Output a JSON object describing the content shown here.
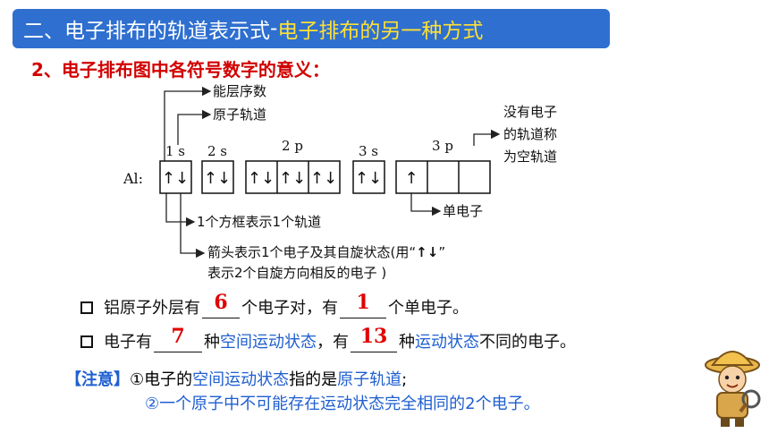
{
  "banner": {
    "part1": "二、电子排布的轨道表示式",
    "dash": "-",
    "part2": "电子排布的另一种方式"
  },
  "subhead": "2、电子排布图中各符号数字的意义：",
  "diagram": {
    "label_energy_level": "能层序数",
    "label_atomic_orbital": "原子轨道",
    "label_empty": [
      "没有电子",
      "的轨道称",
      "为空轨道"
    ],
    "element": "Al:",
    "orbitals": [
      "1 s",
      "2 s",
      "2 p",
      "3 s",
      "3 p"
    ],
    "label_single": "单电子",
    "label_box": "1个方框表示1个轨道",
    "label_arrow_l1": "箭头表示1个电子及其自旋状态(用“",
    "label_arrow_l2": "表示2个自旋方向相反的电子 )",
    "arrow_pair": "↑↓",
    "arrow_up": "↑",
    "arrow_close_quote": "”"
  },
  "q1": {
    "a": "铝原子外层有",
    "ans1": "6",
    "b": "个电子对，有",
    "ans2": "1",
    "c": "个单电子。"
  },
  "q2": {
    "a": "电子有",
    "ans1": "7",
    "b": "种",
    "c": "空间运动状态",
    "d": "，有",
    "ans2": "13",
    "e": "种",
    "f": "运动状态",
    "g": "不同的电子。"
  },
  "note": {
    "tag": "【注意】",
    "l1a": "①电子的",
    "l1b": "空间运动状态",
    "l1c": "指的是",
    "l1d": "原子轨道",
    "l1e": ";",
    "l2": "②一个原子中不可能存在运动状态完全相同的2个电子。"
  },
  "colors": {
    "banner_bg": "#2E6FCF",
    "banner_hl": "#FFE033",
    "red": "#D10000",
    "blue": "#1F5FD0"
  }
}
